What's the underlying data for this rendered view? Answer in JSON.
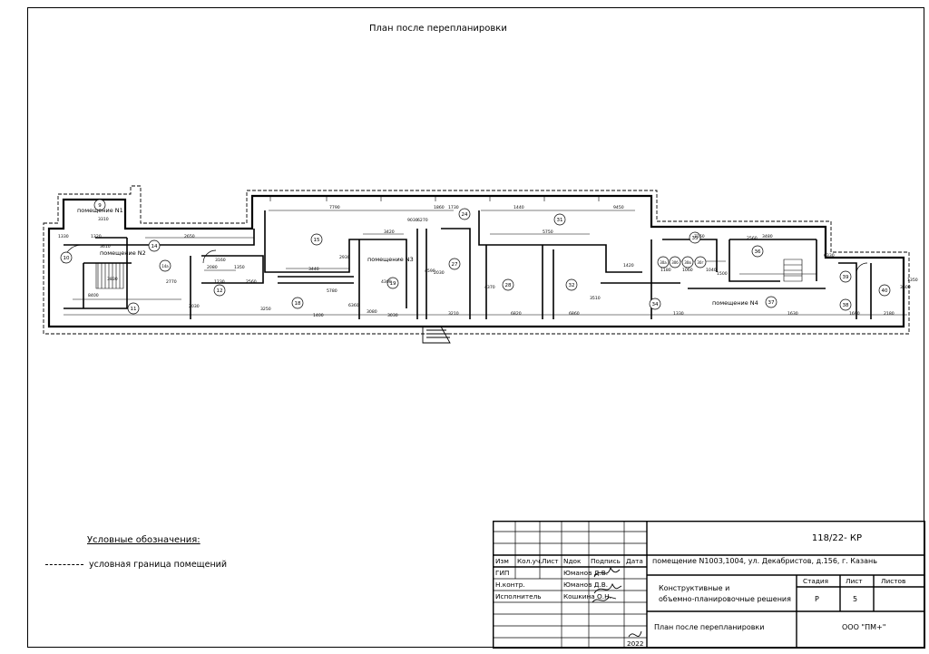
{
  "drawing": {
    "title": "План после перепланировки"
  },
  "rooms": [
    "9",
    "10",
    "11",
    "12",
    "14",
    "14а",
    "15",
    "18",
    "19",
    "24",
    "27",
    "28",
    "31",
    "32",
    "34",
    "35",
    "36",
    "37",
    "38",
    "39",
    "40",
    "30а",
    "30б",
    "30в",
    "30г"
  ],
  "premises_labels": [
    "помещение N1",
    "помещение N2",
    "помещение N3",
    "помещение N4"
  ],
  "dimensions": [
    "3310",
    "1330",
    "1320",
    "2650",
    "7790",
    "9030",
    "1860",
    "1730",
    "1440",
    "9450",
    "3420",
    "3440",
    "6270",
    "2030",
    "5750",
    "7160",
    "3480",
    "6330",
    "2930",
    "3610",
    "3830",
    "2770",
    "4590",
    "1180",
    "1060",
    "1040",
    "3160",
    "4300",
    "4370",
    "1500",
    "8400",
    "2030",
    "2080",
    "1350",
    "1400",
    "5780",
    "3250",
    "3080",
    "3030",
    "3210",
    "6820",
    "6860",
    "1330",
    "1630",
    "1690",
    "2180",
    "1420",
    "3510",
    "3600",
    "1350",
    "1230",
    "2560",
    "6360",
    "2560"
  ],
  "legend": {
    "title": "Условные обозначения:",
    "dash_label": "условная граница помещений"
  },
  "stamp": {
    "code": "118/22- КР",
    "address": "помещение N1003,1004, ул. Декабристов, д.156, г. Казань",
    "headers": [
      "Изм",
      "Кол.уч.",
      "Лист",
      "Nдок",
      "Подпись",
      "Дата"
    ],
    "rows": [
      {
        "role": "ГИП",
        "name": "Юманов Д.В."
      },
      {
        "role": "Н.контр.",
        "name": "Юманов Д.В."
      },
      {
        "role": "Исполнитель",
        "name": "Кошкина О.Н."
      }
    ],
    "section_title_1": "Конструктивные и",
    "section_title_2": "объемно-планировочные решения",
    "col_stage": "Стадия",
    "col_sheet": "Лист",
    "col_sheets": "Листов",
    "stage": "Р",
    "sheet": "5",
    "sheets": "",
    "sheet_name": "План после перепланировки",
    "company": "ООО \"ПМ+\"",
    "year": "2022"
  }
}
